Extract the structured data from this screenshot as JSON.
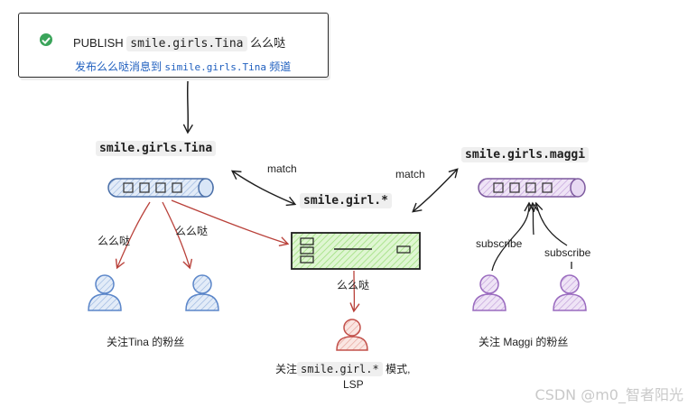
{
  "notification": {
    "status_icon": "check-circle-icon",
    "title_prefix": "PUBLISH",
    "title_channel": "smile.girls.Tina",
    "title_suffix": "么么哒",
    "subtitle_prefix": "发布么么哒消息到",
    "subtitle_channel": "simile.girls.Tina",
    "subtitle_suffix": "频道"
  },
  "channels": {
    "tina": "smile.girls.Tina",
    "pattern": "smile.girl.*",
    "maggi": "smile.girls.maggi"
  },
  "edges": {
    "match_left": "match",
    "match_right": "match",
    "msg_tina_left": "么么哒",
    "msg_tina_right": "么么哒",
    "msg_pattern": "么么哒",
    "subscribe_left": "subscribe",
    "subscribe_right": "subscribe"
  },
  "groups": {
    "tina_fans": "关注Tina 的粉丝",
    "maggi_fans": "关注 Maggi 的粉丝",
    "pattern_fans_prefix": "关注",
    "pattern_fans_code": "smile.girl.*",
    "pattern_fans_suffix": "模式,",
    "pattern_fans_line2": "LSP"
  },
  "colors": {
    "tina": "#5b86c9",
    "tina_fill": "#d9e6f7",
    "maggi": "#9a6bbf",
    "maggi_fill": "#e8daf3",
    "pattern": "#2c2c2c",
    "pattern_fill": "#c9f0b5",
    "arrow_red": "#b9413a",
    "lsp": "#c2504a",
    "lsp_fill": "#f5d7d2"
  },
  "watermark": "CSDN @m0_智者阳光"
}
